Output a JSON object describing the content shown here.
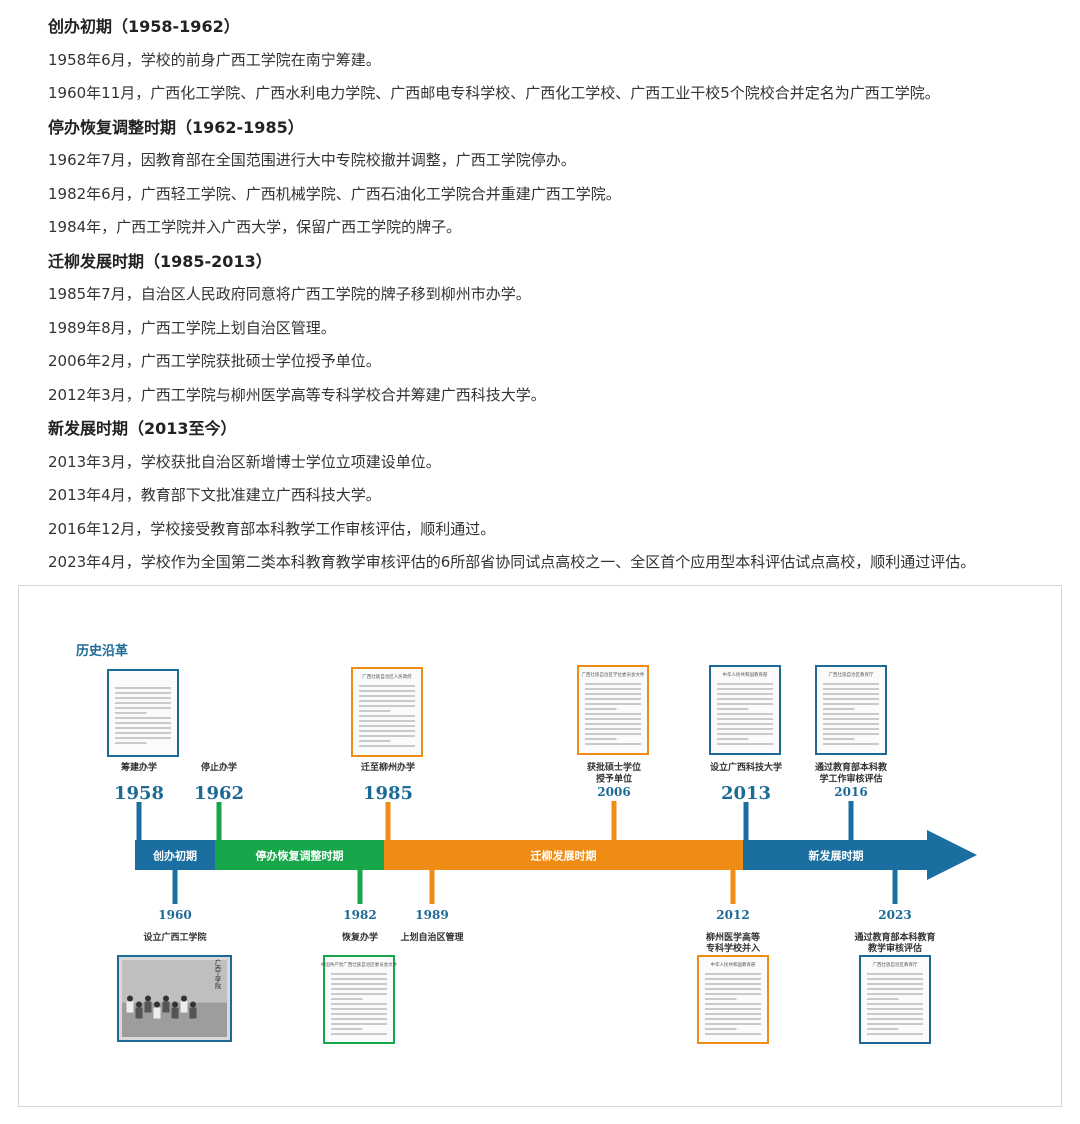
{
  "article": {
    "sections": [
      {
        "title": "创办初期（1958-1962）",
        "items": [
          "1958年6月，学校的前身广西工学院在南宁筹建。",
          "1960年11月，广西化工学院、广西水利电力学院、广西邮电专科学校、广西化工学校、广西工业干校5个院校合并定名为广西工学院。"
        ]
      },
      {
        "title": "停办恢复调整时期（1962-1985）",
        "items": [
          "1962年7月，因教育部在全国范围进行大中专院校撤并调整，广西工学院停办。",
          "1982年6月，广西轻工学院、广西机械学院、广西石油化工学院合并重建广西工学院。",
          "1984年，广西工学院并入广西大学，保留广西工学院的牌子。"
        ]
      },
      {
        "title": "迁柳发展时期（1985-2013）",
        "items": [
          "1985年7月，自治区人民政府同意将广西工学院的牌子移到柳州市办学。",
          "1989年8月，广西工学院上划自治区管理。",
          "2006年2月，广西工学院获批硕士学位授予单位。",
          "2012年3月，广西工学院与柳州医学高等专科学校合并筹建广西科技大学。"
        ]
      },
      {
        "title": "新发展时期（2013至今）",
        "items": [
          "2013年3月，学校获批自治区新增博士学位立项建设单位。",
          "2013年4月，教育部下文批准建立广西科技大学。",
          "2016年12月，学校接受教育部本科教学工作审核评估，顺利通过。",
          "2023年4月，学校作为全国第二类本科教育教学审核评估的6所部省协同试点高校之一、全区首个应用型本科评估试点高校，顺利通过评估。"
        ]
      }
    ]
  },
  "timeline": {
    "title": "历史沿革",
    "colors": {
      "blue": "#1a6fa0",
      "green": "#18a64a",
      "orange": "#ee8c16",
      "gray": "#8a8a8a",
      "year": "#1e6a96",
      "label": "#333333"
    },
    "periods": [
      {
        "label": "创办初期",
        "color": "blue"
      },
      {
        "label": "停办恢复调整时期",
        "color": "green"
      },
      {
        "label": "迁柳发展时期",
        "color": "orange"
      },
      {
        "label": "新发展时期",
        "color": "blue"
      }
    ],
    "events_top": [
      {
        "year": "1958",
        "label": [
          "筹建办学"
        ],
        "color": "blue",
        "big": true,
        "doc": "photo-doc"
      },
      {
        "year": "1962",
        "label": [
          "停止办学"
        ],
        "color": "green",
        "big": true,
        "doc": ""
      },
      {
        "year": "1985",
        "label": [
          "迁至柳州办学"
        ],
        "color": "orange",
        "big": true,
        "doc": "orange-doc"
      },
      {
        "year": "2006",
        "label": [
          "获批硕士学位",
          "授予单位"
        ],
        "color": "orange",
        "big": false,
        "doc": "orange-doc"
      },
      {
        "year": "2013",
        "label": [
          "设立广西科技大学"
        ],
        "color": "blue",
        "big": true,
        "doc": "blue-doc"
      },
      {
        "year": "2016",
        "label": [
          "通过教育部本科教",
          "学工作审核评估"
        ],
        "color": "blue",
        "big": false,
        "doc": "blue-doc"
      }
    ],
    "events_bottom": [
      {
        "year": "1960",
        "label": [
          "设立广西工学院"
        ],
        "color": "blue",
        "doc": "photo"
      },
      {
        "year": "1982",
        "label": [
          "恢复办学"
        ],
        "color": "green",
        "doc": "green-doc"
      },
      {
        "year": "1989",
        "label": [
          "上划自治区管理"
        ],
        "color": "orange",
        "doc": ""
      },
      {
        "year": "2012",
        "label": [
          "柳州医学高等",
          "专科学校并入"
        ],
        "color": "orange",
        "doc": "orange-doc"
      },
      {
        "year": "2023",
        "label": [
          "通过教育部本科教育",
          "教学审核评估"
        ],
        "color": "blue",
        "doc": "blue-doc"
      }
    ],
    "doc_headers": {
      "doc_1985": "广西壮族自治区人民政府",
      "doc_2006": "广西壮族自治区学位委员会文件",
      "doc_2013": "中华人民共和国教育部",
      "doc_2016": "广西壮族自治区教育厅",
      "doc_1982": "中国共产党广西壮族自治区委员会文件",
      "doc_2012": "中华人民共和国教育部",
      "doc_2023": "广西壮族自治区教育厅"
    },
    "photo_stamp": "广西工学院"
  }
}
